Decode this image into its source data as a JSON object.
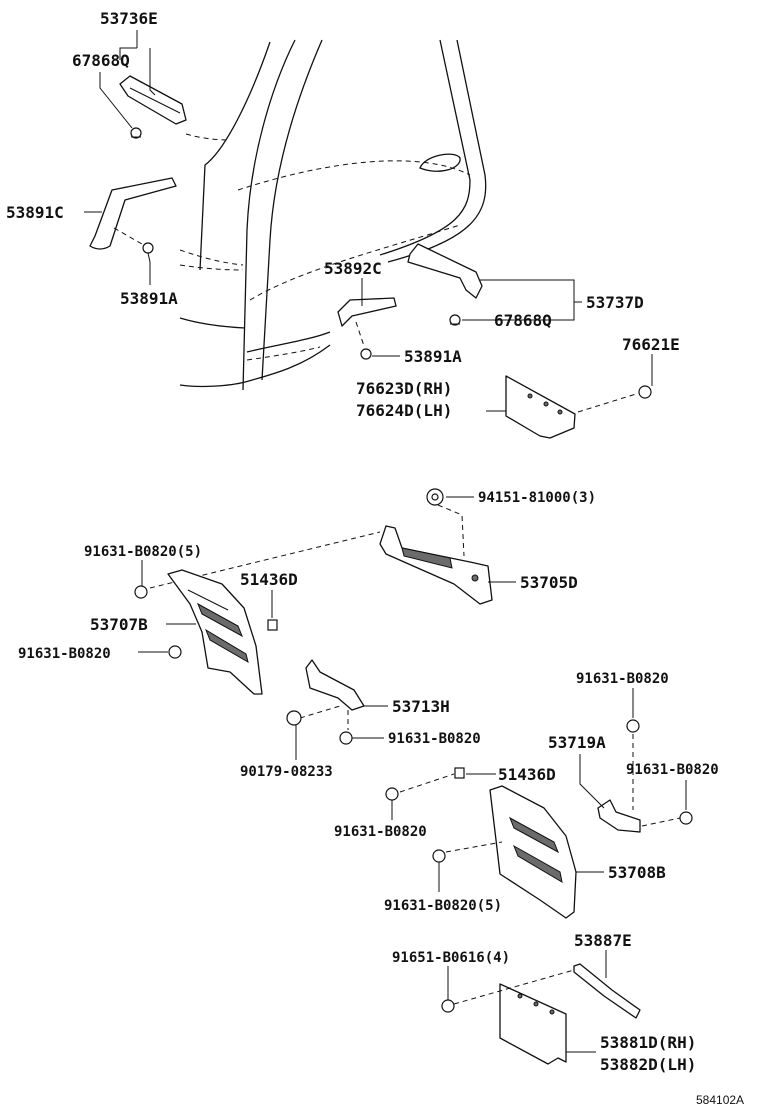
{
  "diagram": {
    "code": "584102A",
    "labels": {
      "p53736E": "53736E",
      "p67868Q_top": "67868Q",
      "p53891C": "53891C",
      "p53891A_left": "53891A",
      "p53892C": "53892C",
      "p53737D": "53737D",
      "p67868Q_right": "67868Q",
      "p53891A_mid": "53891A",
      "p76621E": "76621E",
      "p76623D": "76623D(RH)",
      "p76624D": "76624D(LH)",
      "p94151": "94151-81000(3)",
      "p91631_top5": "91631-B0820(5)",
      "p51436D_upper": "51436D",
      "p53705D": "53705D",
      "p53707B": "53707B",
      "p91631_left": "91631-B0820",
      "p53713H": "53713H",
      "p91631_mid": "91631-B0820",
      "p90179": "90179-08233",
      "p91631_right_top": "91631-B0820",
      "p53719A": "53719A",
      "p91631_right_bot": "91631-B0820",
      "p51436D_lower": "51436D",
      "p91631_lower_left": "91631-B0820",
      "p53708B": "53708B",
      "p91631_lower5": "91631-B0820(5)",
      "p53887E": "53887E",
      "p91651": "91651-B0616(4)",
      "p53881D": "53881D(RH)",
      "p53882D": "53882D(LH)"
    }
  }
}
